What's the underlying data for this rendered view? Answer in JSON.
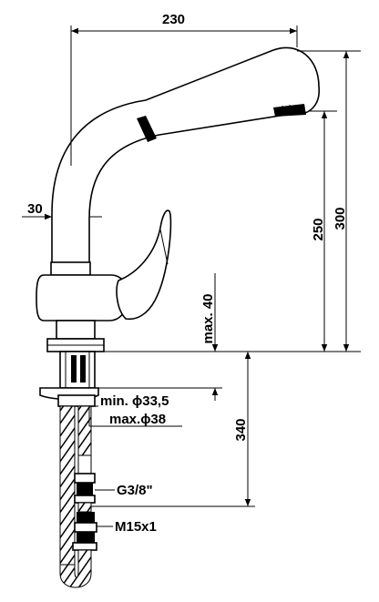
{
  "dimensions": {
    "overall_width": "230",
    "base_offset": "30",
    "height_250": "250",
    "height_300": "300",
    "max_thickness": "max. 40",
    "hose_length": "340"
  },
  "hole_sizes": {
    "min": "min. ϕ33,5",
    "max": "max.ϕ38"
  },
  "connections": {
    "g38": "G3/8\"",
    "m15": "M15x1"
  }
}
